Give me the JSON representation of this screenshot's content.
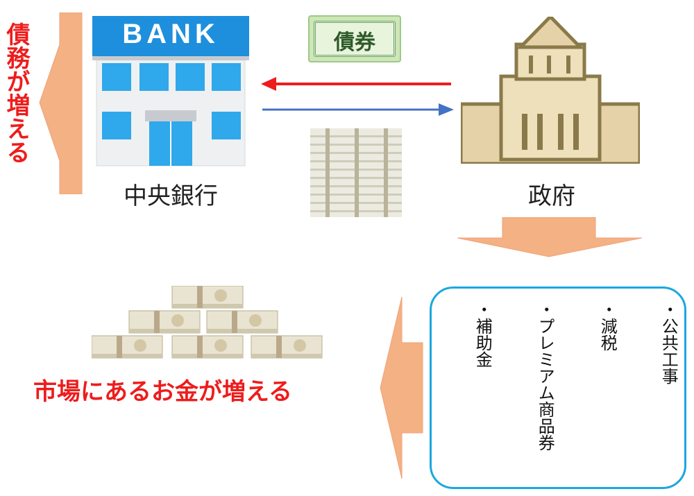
{
  "bank": {
    "sign": "BANK",
    "label": "中央銀行"
  },
  "government": {
    "label": "政府"
  },
  "bond": {
    "label": "債券"
  },
  "debt_text": "債務が増える",
  "market_text": "市場にあるお金が増える",
  "policies": [
    "・公共工事",
    "・減税",
    "・プレミアム商品券",
    "・補助金"
  ],
  "colors": {
    "accent_red": "#ee1c1c",
    "arrow_blue": "#4472c4",
    "block_arrow": "#f4b183",
    "box_border": "#1aa7e0"
  }
}
